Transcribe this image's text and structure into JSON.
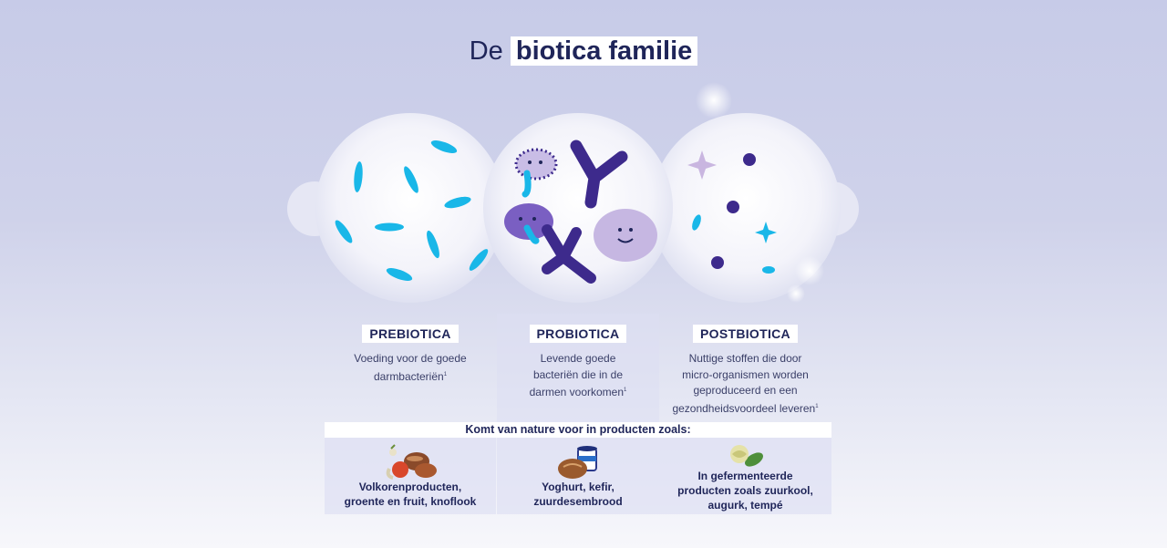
{
  "title": {
    "prefix": "De",
    "highlight": "biotica familie"
  },
  "columns": [
    {
      "heading": "PREBIOTICA",
      "desc_lines": [
        "Voeding voor de goede",
        "darmbacteriën"
      ],
      "footnote": "1"
    },
    {
      "heading": "PROBIOTICA",
      "desc_lines": [
        "Levende goede",
        "bacteriën die in de",
        "darmen voorkomen"
      ],
      "footnote": "1"
    },
    {
      "heading": "POSTBIOTICA",
      "desc_lines": [
        "Nuttige stoffen die door",
        "micro-organismen worden",
        "geproduceerd en een",
        "gezondheidsvoordeel leveren"
      ],
      "footnote": "1"
    }
  ],
  "sources_heading": "Komt van nature voor in producten zoals:",
  "products": [
    {
      "lines": [
        "Volkorenproducten,",
        "groente en fruit, knoflook"
      ],
      "icon": "bread-vegetables-icon"
    },
    {
      "lines": [
        "Yoghurt, kefir,",
        "zuurdesembrood"
      ],
      "icon": "yoghurt-bread-icon"
    },
    {
      "lines": [
        "In gefermenteerde",
        "producten zoals zuurkool,",
        "augurk, tempé"
      ],
      "icon": "fermented-vegetables-icon"
    }
  ],
  "colors": {
    "navy": "#1f2559",
    "cyan": "#19b7e8",
    "purple": "#3d2a8c",
    "lilac": "#b9a8dc"
  }
}
